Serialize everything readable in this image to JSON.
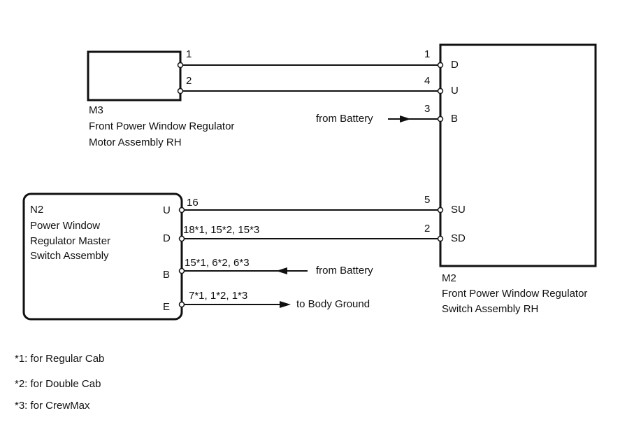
{
  "components": {
    "m3": {
      "code": "M3",
      "name_line1": "Front Power Window Regulator",
      "name_line2": "Motor Assembly RH",
      "pins": [
        {
          "pin": "1"
        },
        {
          "pin": "2"
        }
      ]
    },
    "m2": {
      "code": "M2",
      "name_line1": "Front Power Window Regulator",
      "name_line2": "Switch Assembly RH",
      "pins": [
        {
          "pin": "1",
          "label": "D"
        },
        {
          "pin": "4",
          "label": "U"
        },
        {
          "pin": "3",
          "label": "B"
        },
        {
          "pin": "5",
          "label": "SU"
        },
        {
          "pin": "2",
          "label": "SD"
        }
      ]
    },
    "n2": {
      "code": "N2",
      "name_line1": "Power Window",
      "name_line2": "Regulator Master",
      "name_line3": "Switch Assembly",
      "pins": [
        {
          "pin": "16",
          "label": "U"
        },
        {
          "pin": "18*1, 15*2, 15*3",
          "label": "D"
        },
        {
          "pin": "15*1, 6*2, 6*3",
          "label": "B"
        },
        {
          "pin": "7*1, 1*2, 1*3",
          "label": "E"
        }
      ]
    }
  },
  "connections": {
    "m2_battery": "from Battery",
    "n2_battery": "from Battery",
    "n2_ground": "to Body Ground"
  },
  "footnotes": [
    "*1: for Regular Cab",
    "*2: for Double Cab",
    "*3: for CrewMax"
  ]
}
